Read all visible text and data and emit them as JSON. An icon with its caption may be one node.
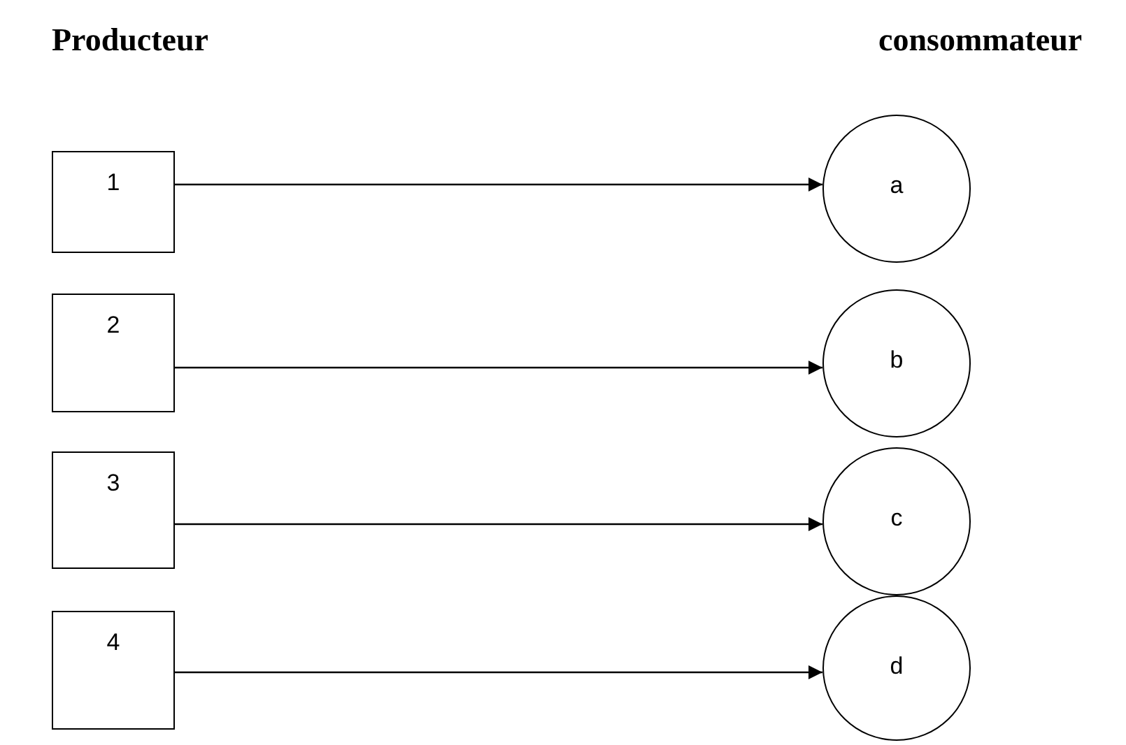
{
  "diagram": {
    "nodes": [
      {
        "text": [
          "1"
        ]
      },
      {
        "text": [
          "2"
        ]
      },
      {
        "text": [
          "3"
        ]
      },
      {
        "text": [
          "4"
        ]
      },
      {
        "text": [
          "a"
        ]
      },
      {
        "text": [
          "b"
        ]
      },
      {
        "text": [
          "c"
        ]
      },
      {
        "text": [
          "d"
        ]
      }
    ],
    "edges": [
      {
        "from": 0,
        "to": 4,
        "arrow": "to"
      },
      {
        "from": 1,
        "to": 5,
        "arrow": "to"
      },
      {
        "from": 2,
        "to": 6,
        "arrow": "to"
      },
      {
        "from": 3,
        "to": 7,
        "arrow": "to"
      }
    ],
    "labels": [
      "Producteur",
      "consommateur"
    ]
  }
}
